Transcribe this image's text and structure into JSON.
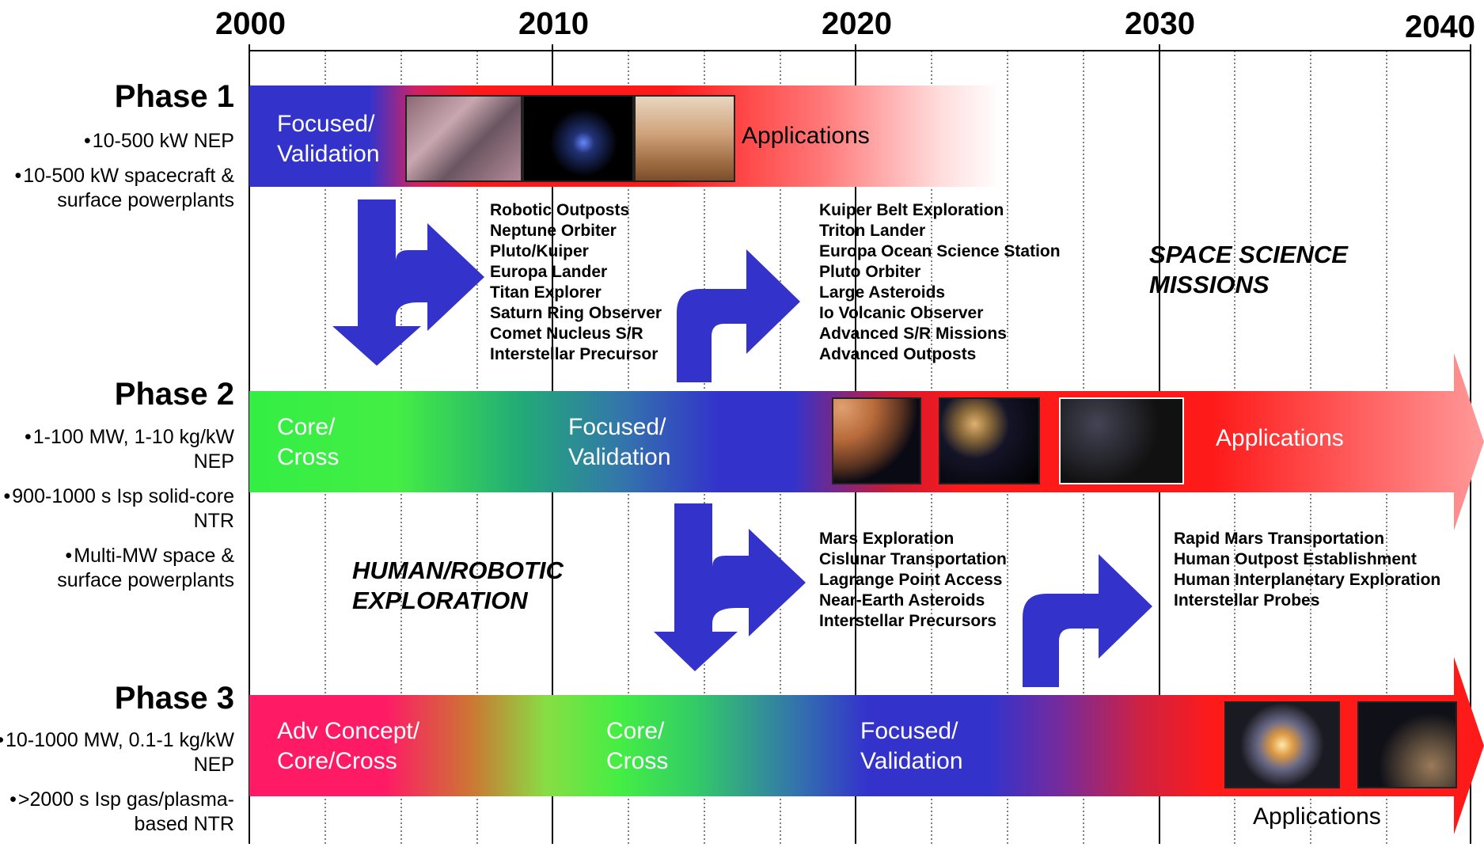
{
  "years": [
    "2000",
    "2010",
    "2020",
    "2030",
    "2040"
  ],
  "phases": [
    {
      "title": "Phase 1",
      "bullets": [
        "10-500 kW NEP",
        "10-500 kW spacecraft & surface powerplants"
      ],
      "band_labels": [
        "Focused/ Validation"
      ],
      "applications_label": "Applications"
    },
    {
      "title": "Phase 2",
      "bullets": [
        "1-100 MW, 1-10 kg/kW NEP",
        "900-1000 s Isp solid-core NTR",
        "Multi-MW space & surface powerplants"
      ],
      "band_labels": [
        "Core/ Cross",
        "Focused/ Validation"
      ],
      "applications_label": "Applications"
    },
    {
      "title": "Phase 3",
      "bullets": [
        "10-1000 MW, 0.1-1 kg/kW NEP",
        ">2000 s Isp gas/plasma-based NTR"
      ],
      "band_labels": [
        "Adv Concept/ Core/Cross",
        "Core/ Cross",
        "Focused/ Validation"
      ],
      "applications_label": "Applications"
    }
  ],
  "science": {
    "title": "SPACE SCIENCE MISSIONS",
    "missions_a": [
      "Robotic Outposts",
      "Neptune Orbiter",
      "Pluto/Kuiper",
      "Europa Lander",
      "Titan Explorer",
      "Saturn Ring Observer",
      "Comet Nucleus S/R",
      "Interstellar Precursor"
    ],
    "missions_b": [
      "Kuiper Belt Exploration",
      "Triton Lander",
      "Europa Ocean Science Station",
      "Pluto Orbiter",
      "Large Asteroids",
      "Io Volcanic Observer",
      "Advanced S/R Missions",
      "Advanced Outposts"
    ]
  },
  "human": {
    "title": "HUMAN/ROBOTIC EXPLORATION",
    "missions_a": [
      "Mars Exploration",
      "Cislunar Transportation",
      "Lagrange Point Access",
      "Near-Earth Asteroids",
      "Interstellar Precursors"
    ],
    "missions_b": [
      "Rapid Mars Transportation",
      "Human Outpost Establishment",
      "Human Interplanetary Exploration",
      "Interstellar Probes"
    ]
  },
  "colors": {
    "arrow": "#3333cc",
    "band_blue": "#3333cc",
    "band_red": "#ff1a1a",
    "band_green": "#44ee44",
    "band_pink": "#ff1a66"
  },
  "icons": [
    "blue-down-right-arrow-icon",
    "blue-up-right-arrow-icon"
  ]
}
